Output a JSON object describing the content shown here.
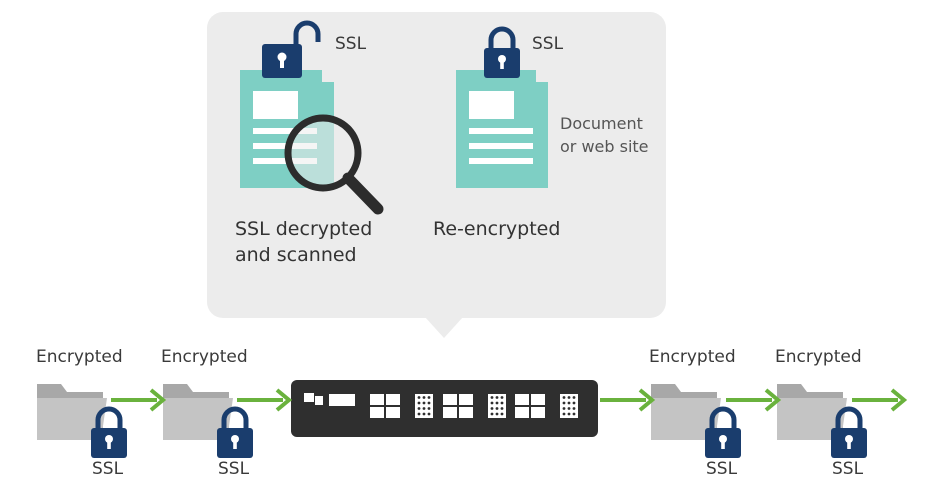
{
  "callout": {
    "left_panel": {
      "ssl_label": "SSL",
      "caption_line1": "SSL decrypted",
      "caption_line2": "and scanned"
    },
    "right_panel": {
      "ssl_label": "SSL",
      "doc_label_line1": "Document",
      "doc_label_line2": "or web site",
      "caption": "Re-encrypted"
    }
  },
  "flow": {
    "items": [
      {
        "top_label": "Encrypted",
        "lock_label": "SSL"
      },
      {
        "top_label": "Encrypted",
        "lock_label": "SSL"
      },
      {
        "top_label": "Encrypted",
        "lock_label": "SSL"
      },
      {
        "top_label": "Encrypted",
        "lock_label": "SSL"
      }
    ]
  },
  "colors": {
    "callout_bg": "#ececec",
    "document": "#7ecfc4",
    "document_dark": "#5fb7ac",
    "lock_blue": "#1a3d6d",
    "folder_gray": "#b5b5b5",
    "arrow_green": "#6ab23d",
    "appliance": "#2f2f2f"
  }
}
